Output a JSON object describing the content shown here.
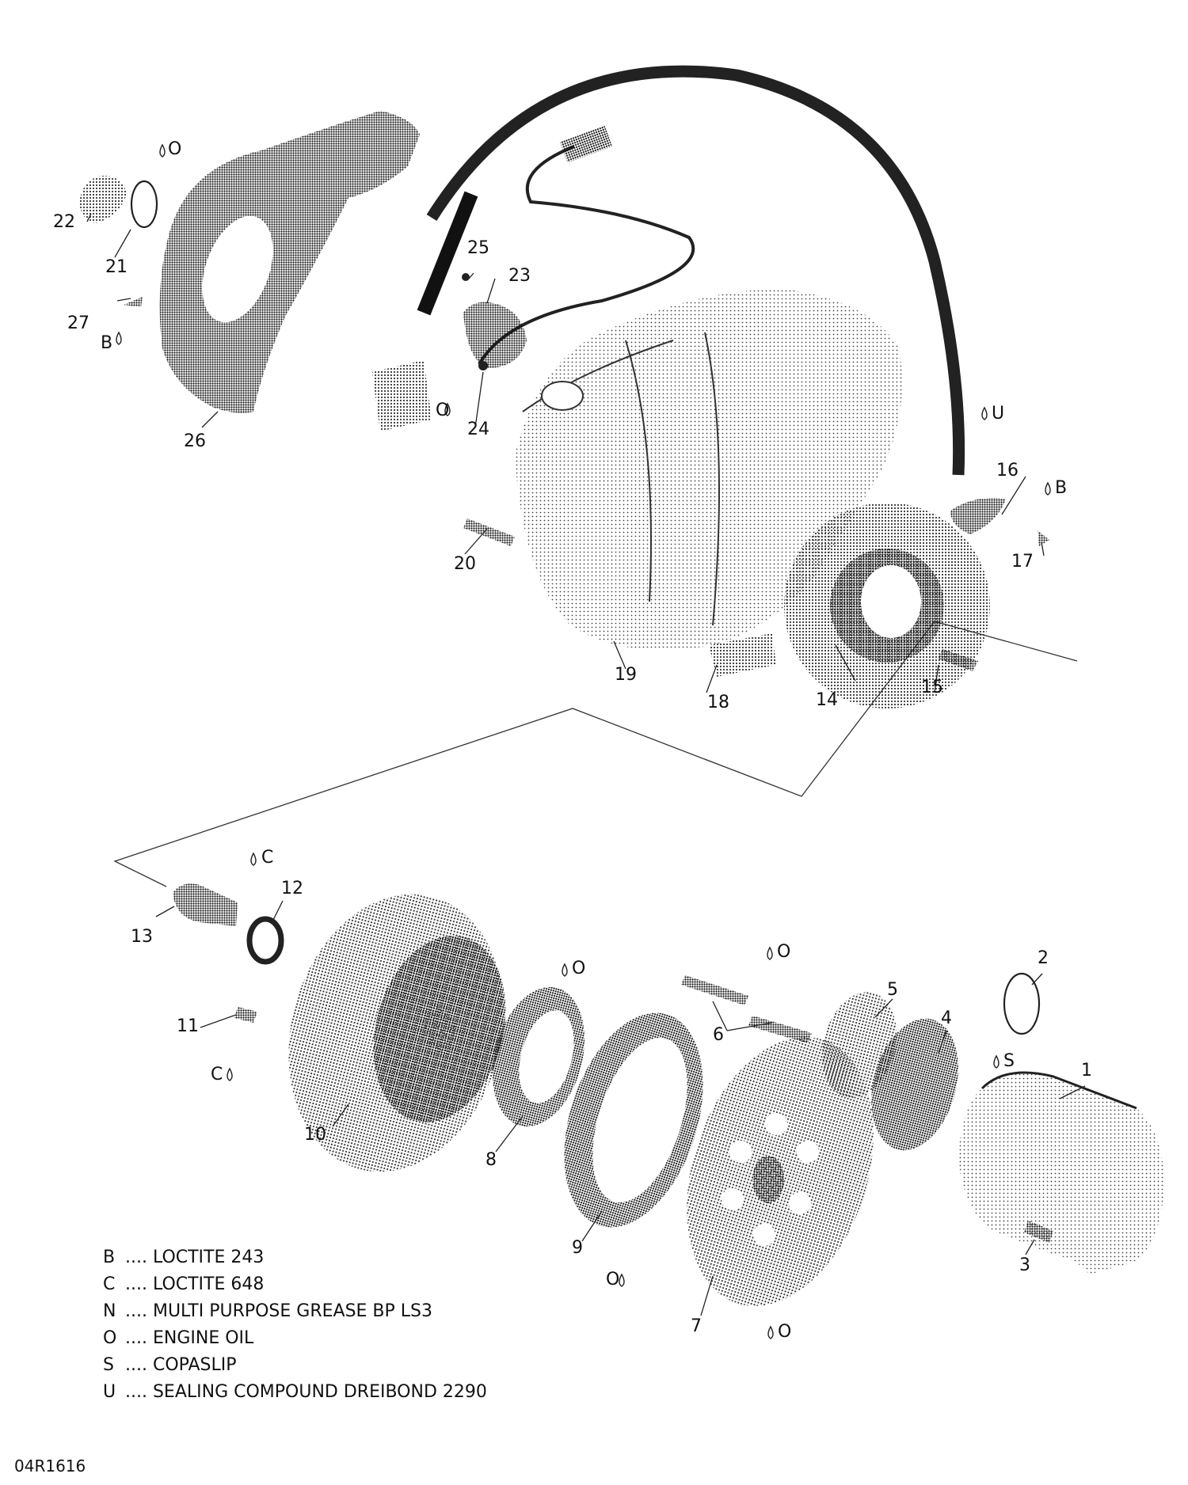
{
  "callouts": {
    "c1": "1",
    "c2": "2",
    "c3": "3",
    "c4": "4",
    "c5": "5",
    "c6": "6",
    "c7": "7",
    "c8": "8",
    "c9": "9",
    "c10": "10",
    "c11": "11",
    "c12": "12",
    "c13": "13",
    "c14": "14",
    "c15": "15",
    "c16": "16",
    "c17": "17",
    "c18": "18",
    "c19": "19",
    "c20": "20",
    "c21": "21",
    "c22": "22",
    "c23": "23",
    "c24": "24",
    "c25": "25",
    "c26": "26",
    "c27": "27"
  },
  "product_marks": {
    "o_21": "O",
    "b_27": "B",
    "o_24": "O",
    "u_wire": "U",
    "b_17": "B",
    "c_13": "C",
    "c_11": "C",
    "o_8": "O",
    "o_6": "O",
    "s_1": "S",
    "o_9": "O",
    "o_7": "O"
  },
  "legend": [
    {
      "code": "B",
      "text": ".... LOCTITE 243"
    },
    {
      "code": "C",
      "text": ".... LOCTITE 648"
    },
    {
      "code": "N",
      "text": ".... MULTI PURPOSE GREASE BP LS3"
    },
    {
      "code": "O",
      "text": ".... ENGINE OIL"
    },
    {
      "code": "S",
      "text": ".... COPASLIP"
    },
    {
      "code": "U",
      "text": ".... SEALING COMPOUND DREIBOND 2290"
    }
  ],
  "figure_id": "04R1616",
  "colors": {
    "ink": "#111111",
    "stipple": "#555555",
    "paper": "#ffffff"
  }
}
